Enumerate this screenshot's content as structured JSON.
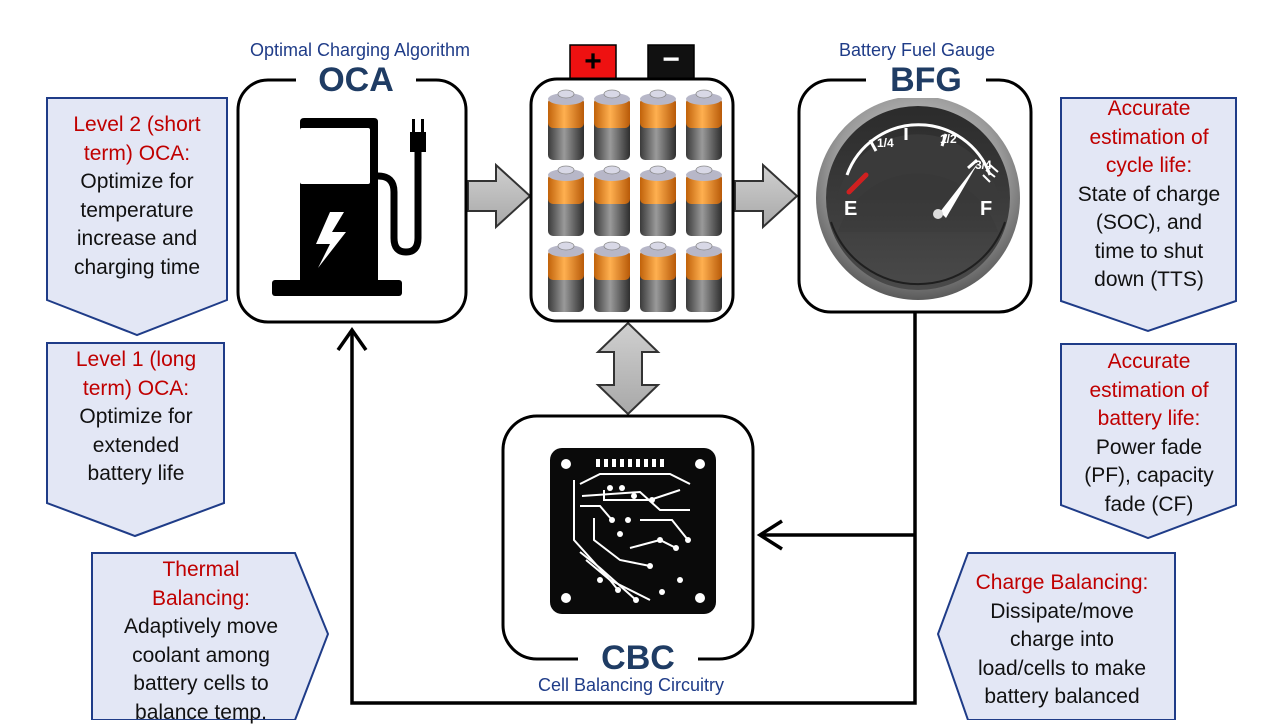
{
  "modules": {
    "oca": {
      "acronym": "OCA",
      "subtitle": "Optimal Charging Algorithm"
    },
    "bfg": {
      "acronym": "BFG",
      "subtitle": "Battery Fuel Gauge"
    },
    "cbc": {
      "acronym": "CBC",
      "subtitle": "Cell Balancing Circuitry"
    }
  },
  "battery_pack": {
    "positive_symbol": "+",
    "negative_symbol": "−"
  },
  "gauge": {
    "label_empty": "E",
    "label_full": "F",
    "tick_quarter": "1/4",
    "tick_half": "1/2",
    "tick_three_quarter": "3/4"
  },
  "callouts": {
    "level2": {
      "heading": [
        "Level 2 (short",
        "term) OCA:"
      ],
      "body": [
        "Optimize for",
        "temperature",
        "increase and",
        "charging time"
      ]
    },
    "level1": {
      "heading": [
        "Level 1 (long",
        "term) OCA:"
      ],
      "body": [
        "Optimize for",
        "extended",
        "battery life"
      ]
    },
    "thermal": {
      "heading": [
        "Thermal",
        "Balancing:"
      ],
      "body": [
        "Adaptively move",
        "coolant among",
        "battery cells to",
        "balance temp."
      ]
    },
    "cycle_life": {
      "heading": [
        "Accurate",
        "estimation of",
        "cycle life:"
      ],
      "body": [
        "State of charge",
        "(SOC), and",
        "time to shut",
        "down (TTS)"
      ]
    },
    "battery_life": {
      "heading": [
        "Accurate",
        "estimation of",
        "battery life:"
      ],
      "body": [
        "Power fade",
        "(PF), capacity",
        "fade (CF)"
      ]
    },
    "charge_balancing": {
      "heading": [
        "Charge Balancing:"
      ],
      "body": [
        "Dissipate/move",
        "charge into",
        "load/cells to make",
        "battery balanced"
      ]
    }
  },
  "colors": {
    "callout_fill": "#e3e7f5",
    "callout_border": "#1f3c88",
    "heading_red": "#c00000",
    "acronym_navy": "#1f3c64",
    "battery_orange": "#f08a1c",
    "terminal_red": "#ee1111"
  }
}
